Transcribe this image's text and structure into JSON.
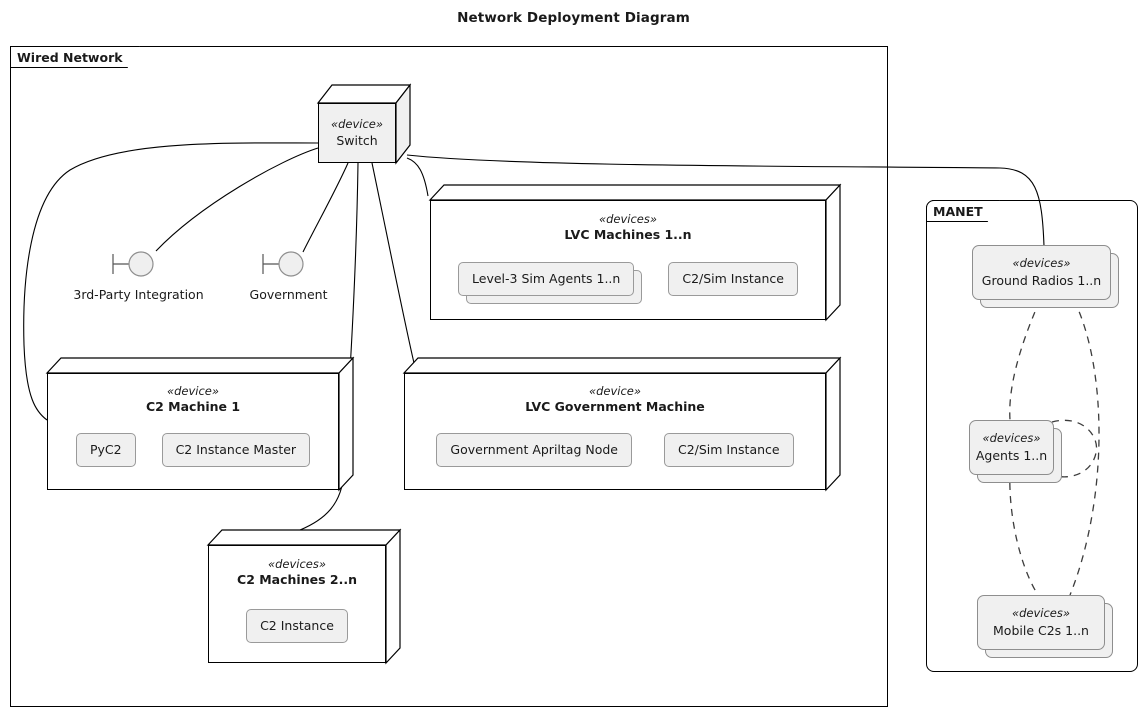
{
  "title": "Network Deployment Diagram",
  "regions": [
    {
      "id": "wired",
      "label": "Wired Network"
    },
    {
      "id": "manet",
      "label": "MANET"
    }
  ],
  "nodes": {
    "switch": {
      "stereotype": "«device»",
      "name": "Switch",
      "artifacts": []
    },
    "lvc_machines": {
      "stereotype": "«devices»",
      "name": "LVC Machines 1..n",
      "artifacts": [
        {
          "label": "Level-3 Sim Agents 1..n",
          "stacked": true
        },
        {
          "label": "C2/Sim Instance",
          "stacked": false
        }
      ]
    },
    "c2_machine_1": {
      "stereotype": "«device»",
      "name": "C2 Machine 1",
      "artifacts": [
        {
          "label": "PyC2",
          "stacked": false
        },
        {
          "label": "C2 Instance Master",
          "stacked": false
        }
      ]
    },
    "lvc_gov": {
      "stereotype": "«device»",
      "name": "LVC Government Machine",
      "artifacts": [
        {
          "label": "Government Apriltag Node",
          "stacked": false
        },
        {
          "label": "C2/Sim Instance",
          "stacked": false
        }
      ]
    },
    "c2_machines_n": {
      "stereotype": "«devices»",
      "name": "C2 Machines 2..n",
      "artifacts": [
        {
          "label": "C2 Instance",
          "stacked": false
        }
      ]
    },
    "ground_radios": {
      "stereotype": "«devices»",
      "name": "Ground Radios 1..n",
      "stacked": true
    },
    "agents": {
      "stereotype": "«devices»",
      "name": "Agents 1..n",
      "stacked": true
    },
    "mobile_c2s": {
      "stereotype": "«devices»",
      "name": "Mobile C2s 1..n",
      "stacked": true
    }
  },
  "interfaces": [
    {
      "id": "third_party",
      "label": "3rd-Party Integration"
    },
    {
      "id": "government",
      "label": "Government"
    }
  ],
  "connections": [
    {
      "from": "switch",
      "to": "c2_machine_1",
      "style": "solid"
    },
    {
      "from": "switch",
      "to": "third_party",
      "style": "solid"
    },
    {
      "from": "switch",
      "to": "government",
      "style": "solid"
    },
    {
      "from": "switch",
      "to": "c2_machines_n",
      "style": "solid"
    },
    {
      "from": "switch",
      "to": "lvc_gov",
      "style": "solid"
    },
    {
      "from": "switch",
      "to": "lvc_machines",
      "style": "solid"
    },
    {
      "from": "switch",
      "to": "ground_radios",
      "style": "solid"
    },
    {
      "from": "ground_radios",
      "to": "agents",
      "style": "dashed"
    },
    {
      "from": "ground_radios",
      "to": "mobile_c2s",
      "style": "dashed"
    },
    {
      "from": "agents",
      "to": "mobile_c2s",
      "style": "dashed"
    },
    {
      "from": "agents",
      "to": "agents",
      "style": "dashed"
    }
  ],
  "colors": {
    "stroke": "#000000",
    "node_fill": "#ffffff",
    "artifact_fill": "#f0f0f0",
    "artifact_border": "#9a9a9a",
    "wireless_stroke": "#3c3c3c"
  }
}
